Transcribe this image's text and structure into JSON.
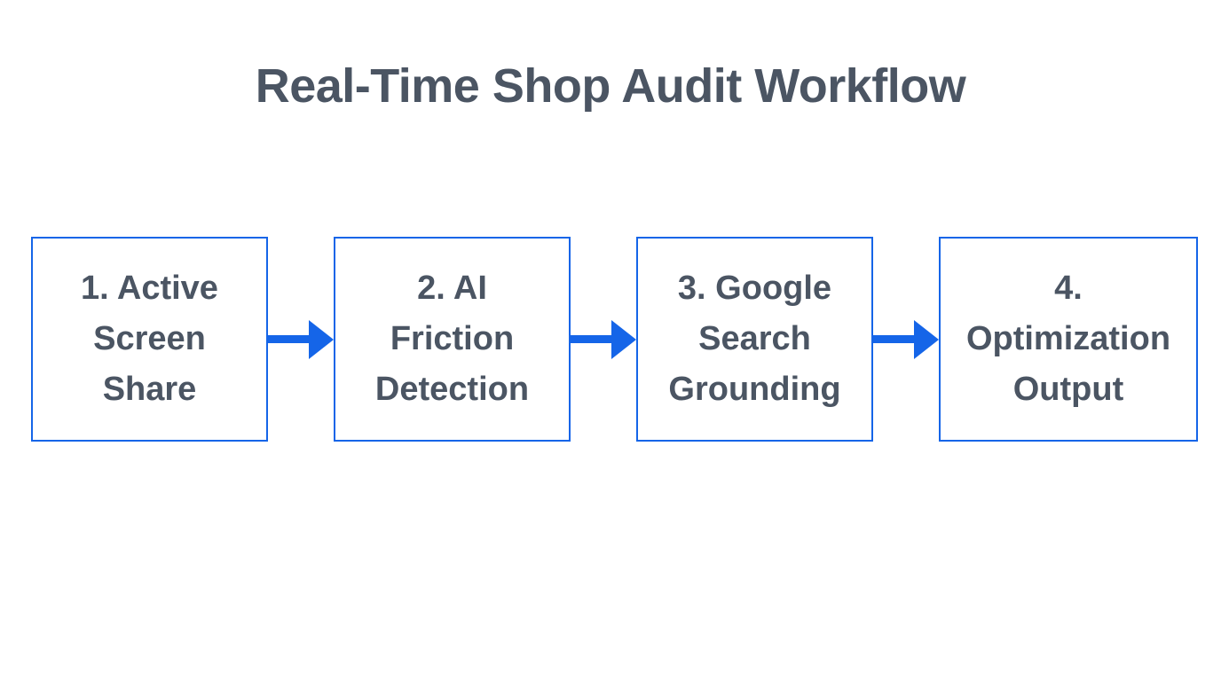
{
  "title": "Real-Time Shop Audit Workflow",
  "colors": {
    "accent_blue": "#1565e8",
    "text_slate": "#4b5563",
    "background": "#ffffff"
  },
  "workflow": {
    "steps": [
      {
        "label": "1. Active\nScreen\nShare"
      },
      {
        "label": "2. AI\nFriction\nDetection"
      },
      {
        "label": "3. Google\nSearch\nGrounding"
      },
      {
        "label": "4.\nOptimization\nOutput"
      }
    ]
  }
}
